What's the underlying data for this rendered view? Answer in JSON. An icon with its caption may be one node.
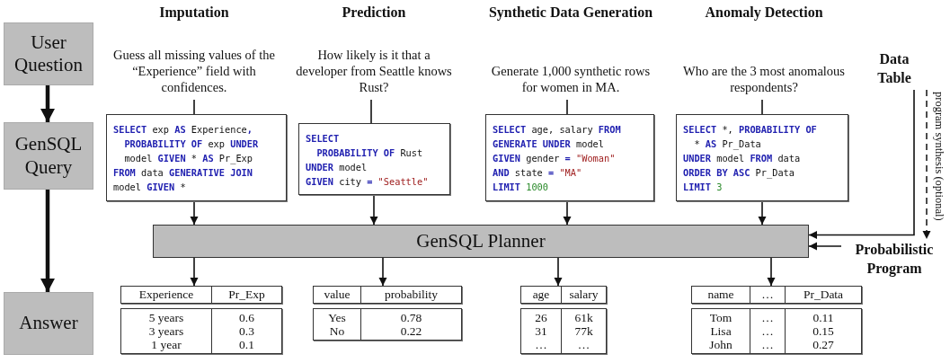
{
  "diagram": {
    "nodes": [
      {
        "text": [
          "User Question"
        ]
      },
      {
        "text": [
          "GenSQL Query"
        ]
      },
      {
        "text": [
          "Answer"
        ]
      },
      {
        "text": [
          "Imputation",
          "Guess all missing values of the “Experience” field with confidences."
        ]
      },
      {
        "text": [
          "Prediction",
          "How likely is it that a developer from Seattle knows Rust?"
        ]
      },
      {
        "text": [
          "Synthetic Data Generation",
          "Generate 1,000 synthetic rows for women in MA."
        ]
      },
      {
        "text": [
          "Anomaly Detection",
          "Who are the 3 most anomalous respondents?"
        ]
      },
      {
        "text": [
          "**SELECT** exp **AS** Experience**,**",
          "**PROBABILITY OF** exp **UNDER**",
          "model **GIVEN** * **AS** Pr_Exp",
          "**FROM** data **GENERATIVE JOIN**",
          "model **GIVEN** *"
        ]
      },
      {
        "text": [
          "**SELECT**",
          "**PROBABILITY OF** Rust",
          "**UNDER** model",
          "**GIVEN** city **=** \"Seattle\""
        ]
      },
      {
        "text": [
          "**SELECT** age, salary **FROM**",
          "**GENERATE UNDER** model",
          "**GIVEN** gender **=** \"Woman\"",
          "**AND** state **=** \"MA\"",
          "**LIMIT** 1000"
        ]
      },
      {
        "text": [
          "**SELECT** *, **PROBABILITY OF**",
          "* **AS** Pr_Data",
          "**UNDER** model **FROM** data",
          "**ORDER BY ASC** Pr_Data",
          "**LIMIT** 3"
        ]
      },
      {
        "text": [
          "GenSQL Planner"
        ]
      },
      {
        "text": [
          "Data Table"
        ]
      },
      {
        "text": [
          "Probabilistic Program"
        ]
      },
      {
        "text": [
          "Experience",
          "Pr_Exp",
          "5 years",
          "0.6",
          "3 years",
          "0.3",
          "1 year",
          "0.1"
        ]
      },
      {
        "text": [
          "value",
          "probability",
          "Yes",
          "0.78",
          "No",
          "0.22"
        ]
      },
      {
        "text": [
          "age",
          "salary",
          "26",
          "61k",
          "31",
          "77k",
          "…",
          "…"
        ]
      },
      {
        "text": [
          "name",
          "…",
          "Pr_Data",
          "Tom",
          "…",
          "0.11",
          "Lisa",
          "…",
          "0.15",
          "John",
          "…",
          "0.27"
        ]
      }
    ],
    "edges": [
      {
        "from": 0,
        "to": 1,
        "arrow": "to",
        "style": "thick"
      },
      {
        "from": 1,
        "to": 2,
        "arrow": "to",
        "style": "thick"
      },
      {
        "from": 3,
        "to": 7,
        "arrow": "none"
      },
      {
        "from": 4,
        "to": 8,
        "arrow": "none"
      },
      {
        "from": 5,
        "to": 9,
        "arrow": "none"
      },
      {
        "from": 6,
        "to": 10,
        "arrow": "none"
      },
      {
        "from": 7,
        "to": 11,
        "arrow": "to"
      },
      {
        "from": 8,
        "to": 11,
        "arrow": "to"
      },
      {
        "from": 9,
        "to": 11,
        "arrow": "to"
      },
      {
        "from": 10,
        "to": 11,
        "arrow": "to"
      },
      {
        "from": 11,
        "to": 14,
        "arrow": "to"
      },
      {
        "from": 11,
        "to": 15,
        "arrow": "to"
      },
      {
        "from": 11,
        "to": 16,
        "arrow": "to"
      },
      {
        "from": 11,
        "to": 17,
        "arrow": "to"
      },
      {
        "from": 12,
        "to": 11,
        "arrow": "to"
      },
      {
        "from": 12,
        "to": 13,
        "arrow": "to",
        "style": "dashed",
        "label": "program synthesis (optional)"
      },
      {
        "from": 13,
        "to": 11,
        "arrow": "to"
      }
    ]
  }
}
